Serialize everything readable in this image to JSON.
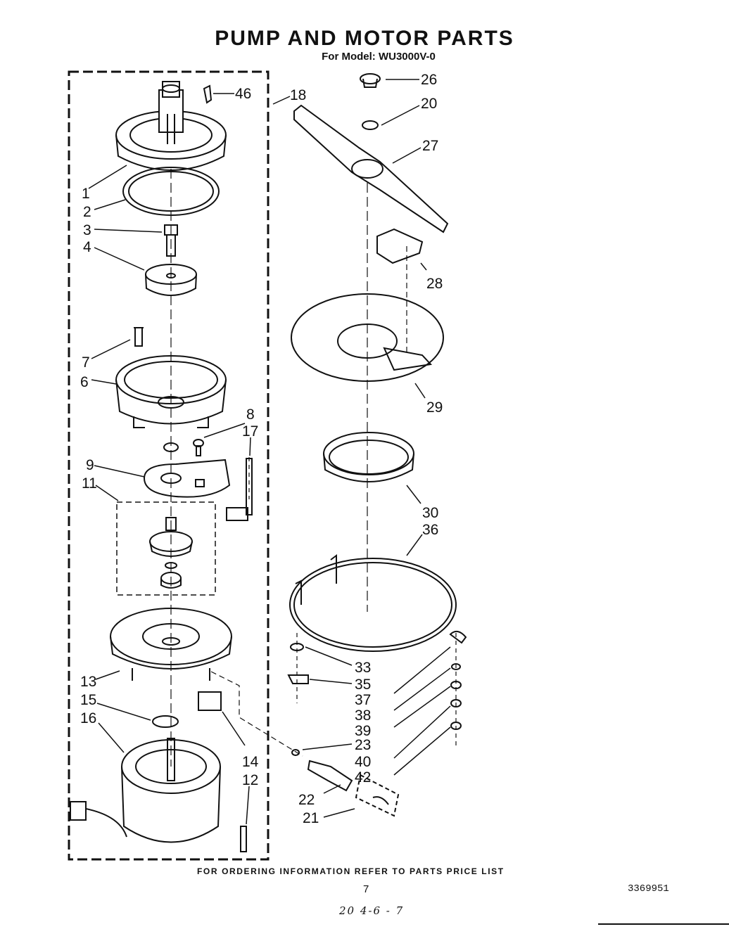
{
  "title": "PUMP AND MOTOR PARTS",
  "model_line": "For Model: WU3000V-0",
  "footer_note": "FOR ORDERING INFORMATION REFER TO PARTS PRICE LIST",
  "page_number": "7",
  "document_number": "3369951",
  "handwritten_note": "20 4-6 - 7",
  "callouts": {
    "p1": "1",
    "p2": "2",
    "p3": "3",
    "p4": "4",
    "p6": "6",
    "p7": "7",
    "p8": "8",
    "p9": "9",
    "p11": "11",
    "p12": "12",
    "p13": "13",
    "p14": "14",
    "p15": "15",
    "p16": "16",
    "p17": "17",
    "p18": "18",
    "p20": "20",
    "p21": "21",
    "p22": "22",
    "p23": "23",
    "p26": "26",
    "p27": "27",
    "p28": "28",
    "p29": "29",
    "p30": "30",
    "p33": "33",
    "p35": "35",
    "p36": "36",
    "p37": "37",
    "p38": "38",
    "p39": "39",
    "p40": "40",
    "p42": "42",
    "p46": "46"
  }
}
